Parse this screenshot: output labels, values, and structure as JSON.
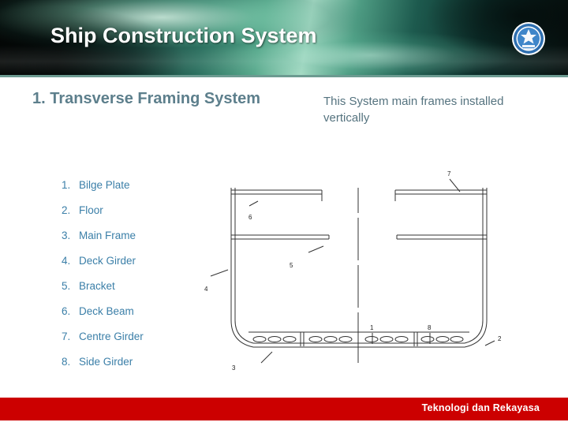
{
  "header": {
    "title": "Ship Construction System",
    "logo_icon": "school-crest-logo"
  },
  "content": {
    "section_heading": "1. Transverse Framing System",
    "section_note": "This System main frames installed vertically",
    "legend": [
      {
        "num": "1.",
        "label": "Bilge Plate"
      },
      {
        "num": "2.",
        "label": "Floor"
      },
      {
        "num": "3.",
        "label": "Main Frame"
      },
      {
        "num": "4.",
        "label": "Deck Girder"
      },
      {
        "num": "5.",
        "label": "Bracket"
      },
      {
        "num": "6.",
        "label": "Deck Beam"
      },
      {
        "num": "7.",
        "label": "Centre Girder"
      },
      {
        "num": "8.",
        "label": "Side Girder"
      }
    ]
  },
  "diagram": {
    "name": "transverse-framing-cross-section",
    "callouts": [
      "1",
      "2",
      "3",
      "4",
      "5",
      "6",
      "7",
      "8"
    ]
  },
  "footer": {
    "text": "Teknologi dan Rekayasa",
    "accent_color": "#cc0000"
  },
  "colors": {
    "heading": "#5d7f8c",
    "legend": "#3b7fa8",
    "footer_red": "#cc0000",
    "title": "#ffffff"
  }
}
